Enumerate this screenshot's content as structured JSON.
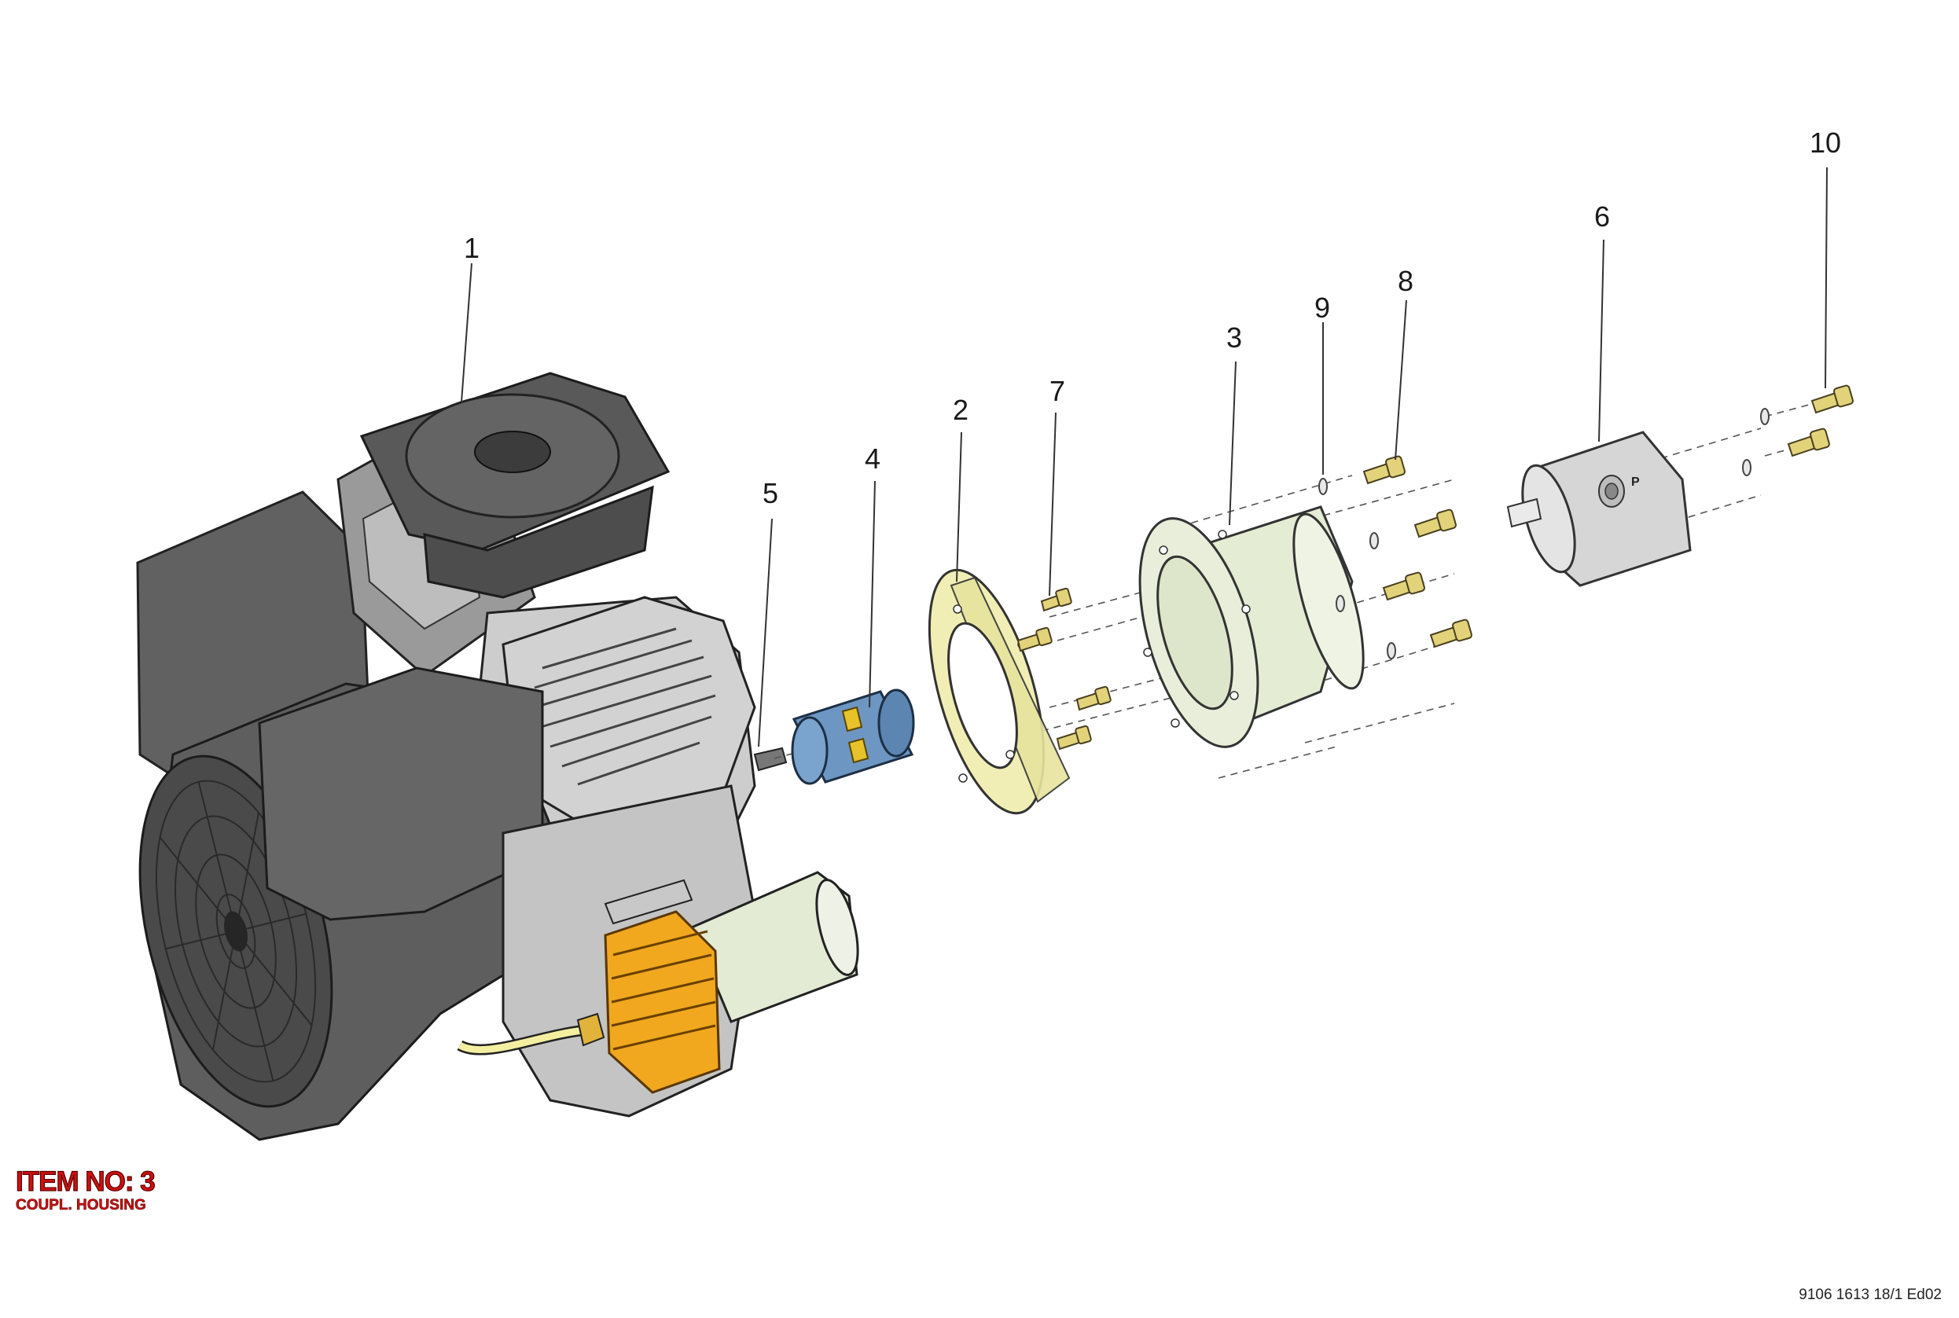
{
  "callouts": [
    {
      "id": "1",
      "label": "1"
    },
    {
      "id": "2",
      "label": "2"
    },
    {
      "id": "3",
      "label": "3"
    },
    {
      "id": "4",
      "label": "4"
    },
    {
      "id": "5",
      "label": "5"
    },
    {
      "id": "6",
      "label": "6"
    },
    {
      "id": "7",
      "label": "7"
    },
    {
      "id": "8",
      "label": "8"
    },
    {
      "id": "9",
      "label": "9"
    },
    {
      "id": "10",
      "label": "10"
    }
  ],
  "item": {
    "title": "ITEM NO: 3",
    "subtitle": "COUPL. HOUSING"
  },
  "doc_ref": "9106 1613 18/1 Ed02",
  "pump_port_label": "P",
  "colors": {
    "compressor_dark": "#5f5f5f",
    "compressor_light": "#c7c7c7",
    "coupling": "#6d96c2",
    "coupling_jaw": "#e8c22a",
    "flange": "#f0eeb4",
    "housing": "#e4ecd4",
    "pump": "#d6d6d6",
    "bolts": "#e2d37a",
    "valve": "#f1a81e",
    "item_text": "#cc1111"
  }
}
